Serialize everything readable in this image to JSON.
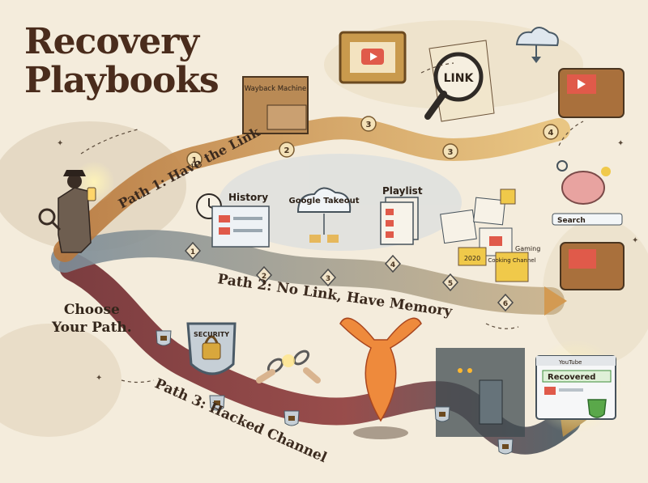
{
  "title": {
    "line1": "Recovery",
    "line2": "Playbooks"
  },
  "choose": {
    "line1": "Choose",
    "line2": "Your Path."
  },
  "paths": {
    "path1": {
      "label": "Path 1: Have the Link",
      "steps": [
        "1",
        "2",
        "3",
        "3",
        "4"
      ]
    },
    "path2": {
      "label": "Path 2: No Link, Have Memory",
      "steps": [
        "1",
        "2",
        "3",
        "4",
        "5",
        "6"
      ]
    },
    "path3": {
      "label": "Path 3: Hacked Channel"
    }
  },
  "icons": {
    "wayback": "Wayback Machine",
    "link": "LINK",
    "history": "History",
    "takeout": "Google Takeout",
    "playlist": "Playlist",
    "search": "Search",
    "security": "SECURITY",
    "year": "2020",
    "gaming": "Gaming",
    "cooking": "Cooking Channel",
    "youtube": "YouTube",
    "recovered": "Recovered"
  },
  "colors": {
    "path1": "#d9a15a",
    "path2": "#9aa7b0",
    "path3": "#8e3b3b",
    "accent_green": "#3f8f3a",
    "youtube_red": "#e05a4a",
    "ink": "#3b2a1e"
  }
}
